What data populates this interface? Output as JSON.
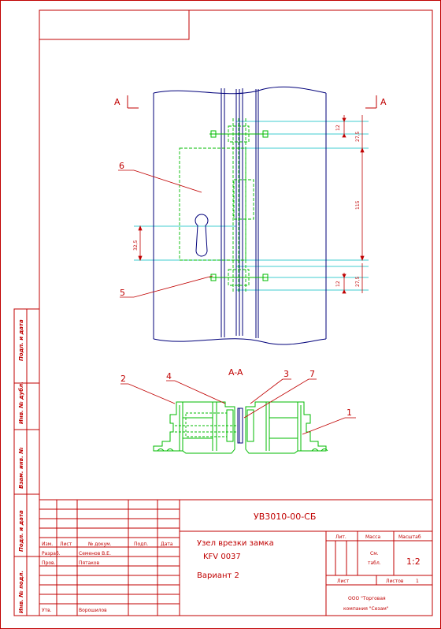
{
  "section_marks": {
    "left": "A",
    "right": "A"
  },
  "section_title": "A-A",
  "dimensions": {
    "d12_top": "12",
    "d275_top": "27,5",
    "d115": "115",
    "d325": "32,5",
    "d12_bot": "12",
    "d275_bot": "27,5"
  },
  "callouts": {
    "c1": "1",
    "c2": "2",
    "c3": "3",
    "c4": "4",
    "c5": "5",
    "c6": "6",
    "c7": "7"
  },
  "side_stamps": {
    "s1": "Подп. и дата",
    "s2": "Инв. № дубл.",
    "s3": "Взам. инв. №",
    "s4": "Подп. и дата",
    "s5": "Инв. № подл."
  },
  "title_block": {
    "doc_code": "УВ3010-00-СБ",
    "name_line1": "Узел врезки замка",
    "name_line2": "KFV 0037",
    "name_line3": "Вариант 2",
    "col_izm": "Изм.",
    "col_list": "Лист",
    "col_ndoc": "№ докум.",
    "col_podp": "Подп.",
    "col_data": "Дата",
    "row_razrab": "Разраб.",
    "razrab_name": "Семенов В.Е.",
    "row_prov": "Пров.",
    "prov_name": "Пятаков",
    "row_utv": "Утв.",
    "utv_name": "Ворошилов",
    "lit": "Лит.",
    "massa": "Масса",
    "masshtab": "Масштаб",
    "massa_val1": "См.",
    "massa_val2": "табл.",
    "scale": "1:2",
    "list": "Лист",
    "listov": "Листов",
    "listov_val": "1",
    "company1": "ООО \"Торговая",
    "company2": "компания \"Сезам\""
  },
  "colors": {
    "frame": "#c00000",
    "outline": "#00007a",
    "hidden": "#00bb00",
    "dimension": "#00bcc0",
    "leader": "#c00000"
  }
}
